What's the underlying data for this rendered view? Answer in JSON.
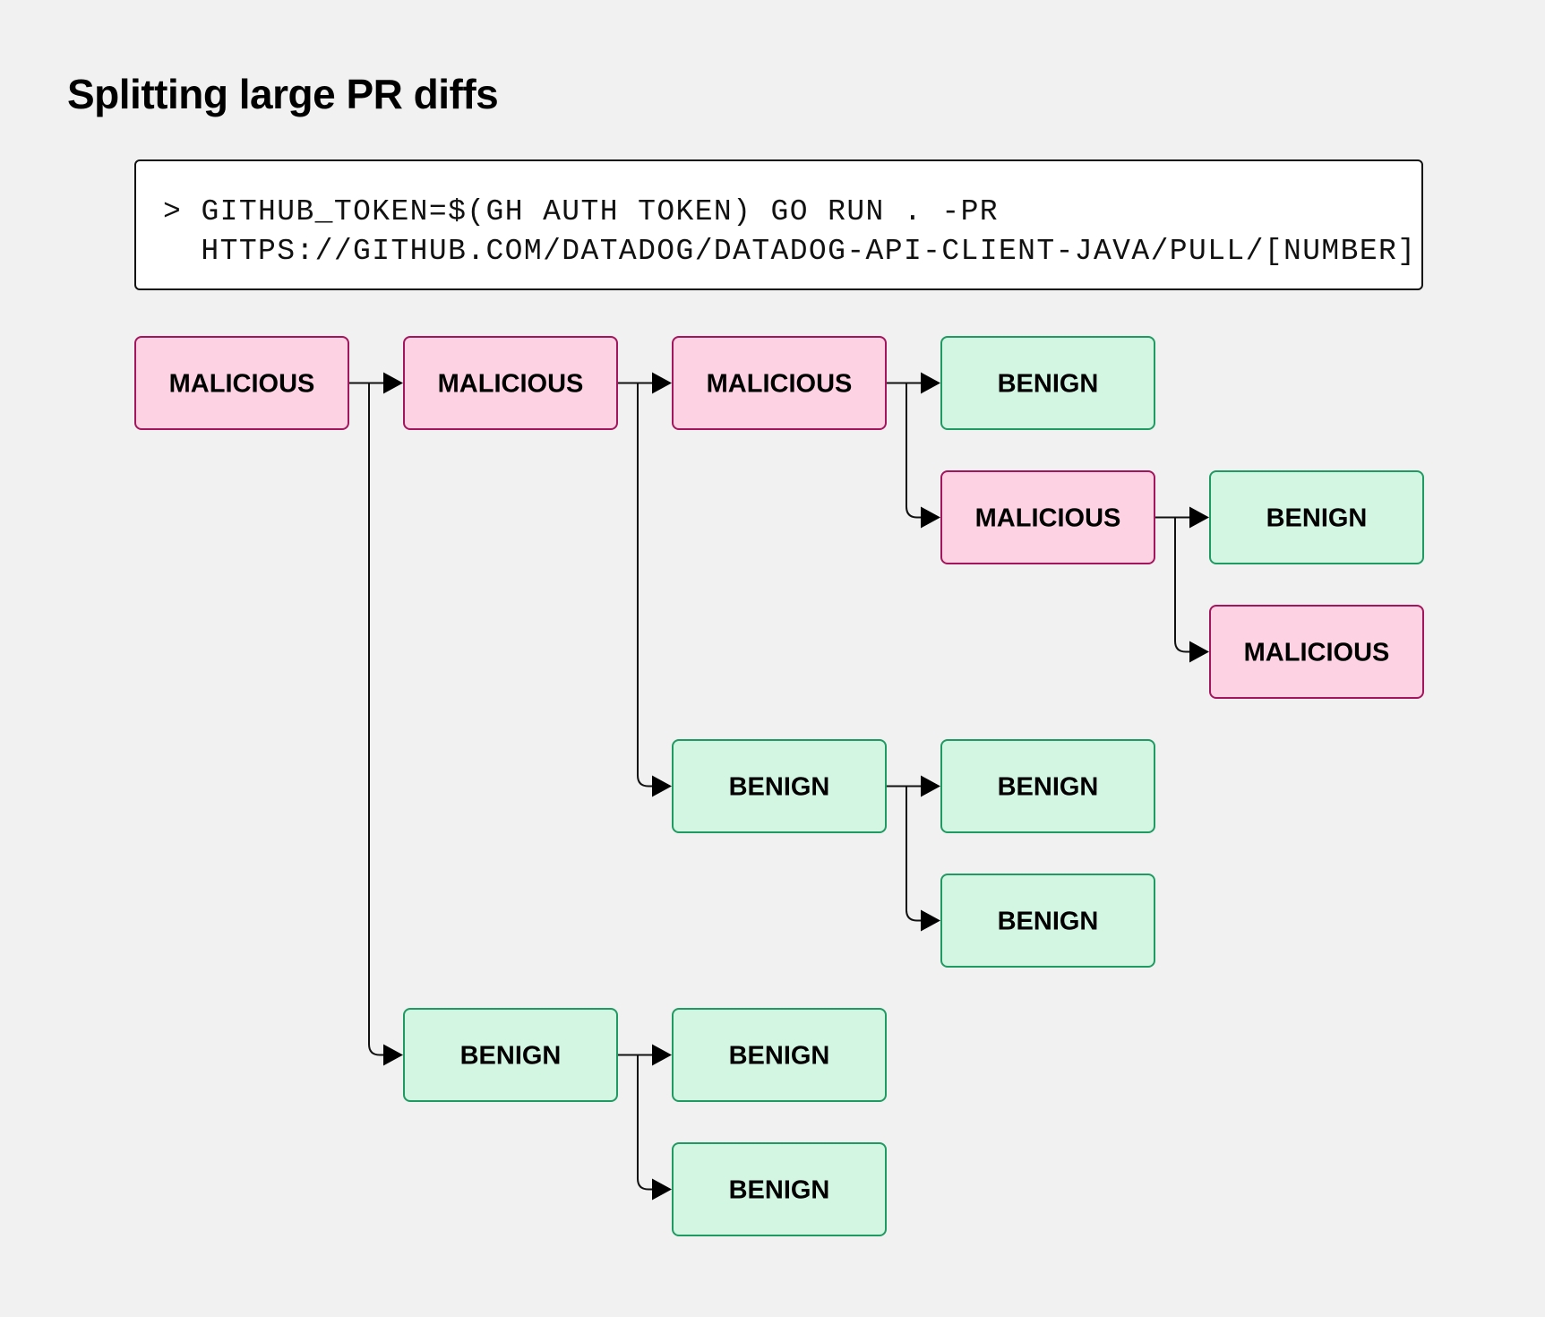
{
  "title": "Splitting large PR diffs",
  "command": {
    "prompt": ">",
    "line1": "GITHUB_TOKEN=$(GH AUTH TOKEN) GO RUN . -PR",
    "line2": "HTTPS://GITHUB.COM/DATADOG/DATADOG-API-CLIENT-JAVA/PULL/[NUMBER]"
  },
  "colors": {
    "malicious_fill": "#fdd3e4",
    "malicious_border": "#a3155c",
    "benign_fill": "#d3f6e3",
    "benign_border": "#1f9a62",
    "connector": "#111111"
  },
  "labels": {
    "malicious": "MALICIOUS",
    "benign": "BENIGN"
  },
  "tree": {
    "type": "malicious",
    "children": [
      {
        "type": "malicious",
        "children": [
          {
            "type": "malicious",
            "children": [
              {
                "type": "benign",
                "children": []
              },
              {
                "type": "malicious",
                "children": [
                  {
                    "type": "benign",
                    "children": []
                  },
                  {
                    "type": "malicious",
                    "children": []
                  }
                ]
              }
            ]
          },
          {
            "type": "benign",
            "children": [
              {
                "type": "benign",
                "children": []
              },
              {
                "type": "benign",
                "children": []
              }
            ]
          }
        ]
      },
      {
        "type": "benign",
        "children": [
          {
            "type": "benign",
            "children": []
          },
          {
            "type": "benign",
            "children": []
          }
        ]
      }
    ]
  }
}
